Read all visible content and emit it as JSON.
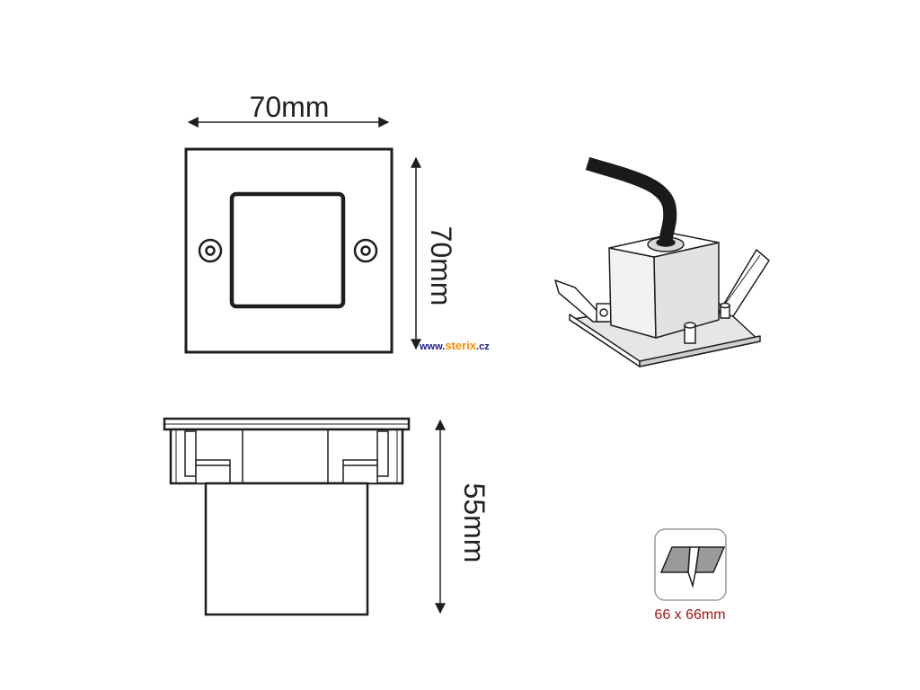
{
  "dimensions": {
    "width_label": "70mm",
    "height_label": "70mm",
    "depth_label": "55mm"
  },
  "watermark": {
    "prefix": "www.",
    "brand": "sterix",
    "suffix": ".cz"
  },
  "cutout": {
    "label": "66 x 66mm",
    "icon": "recessed-mount-icon"
  },
  "colors": {
    "line": "#1e1e1e",
    "cutout_label": "#a01818",
    "brand_orange": "#ff8c00",
    "watermark_text": "#1a1a8a",
    "cable": "#1a1a1a",
    "housing_fill": "#ececec",
    "panel_fill": "#9a9a9a"
  }
}
